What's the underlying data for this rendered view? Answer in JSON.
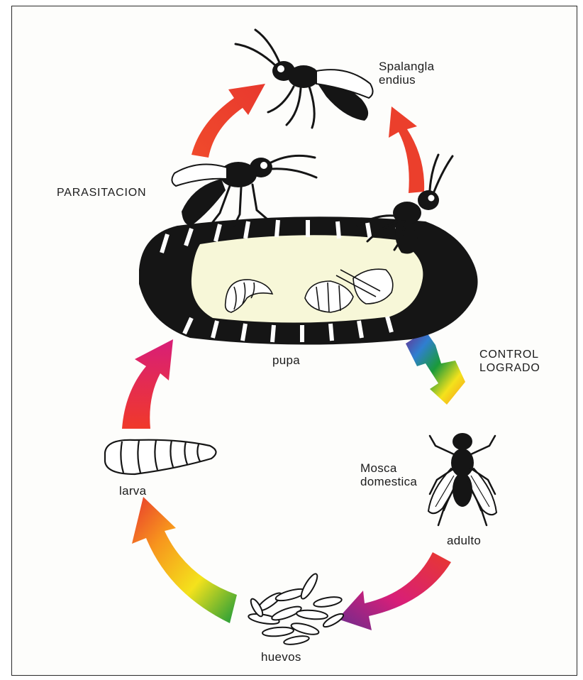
{
  "diagram": {
    "labels": {
      "parasite_line1": "Spalangla",
      "parasite_line2": "endius",
      "parasitation": "PARASITACION",
      "control_line1": "CONTROL",
      "control_line2": "LOGRADO",
      "pupa": "pupa",
      "housefly_line1": "Mosca",
      "housefly_line2": "domestica",
      "adult": "adulto",
      "larva": "larva",
      "eggs": "huevos"
    },
    "colors": {
      "red": "#e8392e",
      "magenta": "#d81e78",
      "purple": "#6a2c8e",
      "yellow": "#f4e21c",
      "green": "#1a9a3a",
      "black": "#151515",
      "pupa_inner": "#f7f7d8"
    },
    "icons": [
      "wasp-icon",
      "fly-icon",
      "larva-icon",
      "eggs-icon",
      "pupa-icon"
    ]
  }
}
